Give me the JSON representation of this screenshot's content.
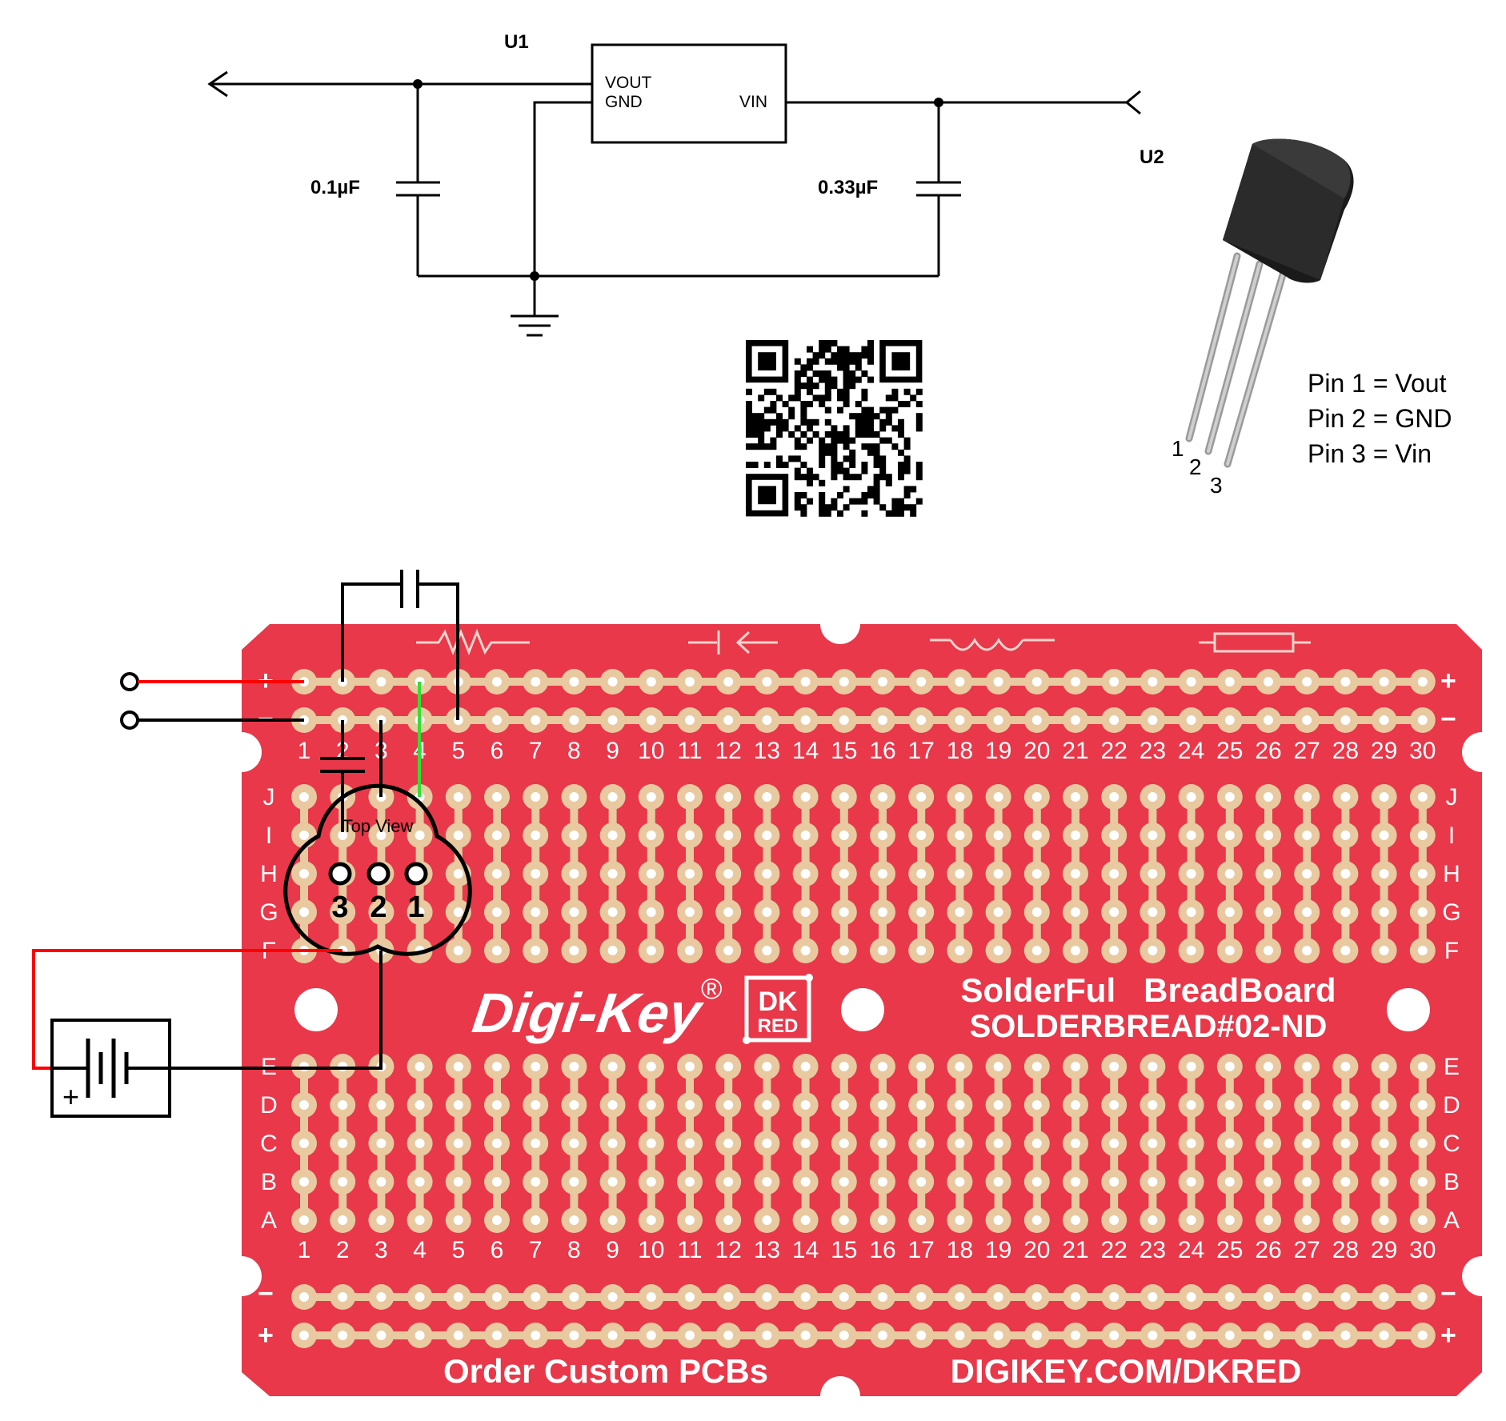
{
  "schematic": {
    "u1_label": "U1",
    "u2_label": "U2",
    "pin_vout": "VOUT",
    "pin_gnd": "GND",
    "pin_vin": "VIN",
    "cap_left_value": "0.1µF",
    "cap_right_value": "0.33µF"
  },
  "pinout": {
    "lines": [
      "Pin 1 = Vout",
      "Pin 2 = GND",
      "Pin 3 = Vin"
    ],
    "pin_numbers": [
      "1",
      "2",
      "3"
    ]
  },
  "board": {
    "color": "#e8384a",
    "pad_color": "#e8c9a0",
    "column_numbers": [
      "1",
      "2",
      "3",
      "4",
      "5",
      "6",
      "7",
      "8",
      "9",
      "10",
      "11",
      "12",
      "13",
      "14",
      "15",
      "16",
      "17",
      "18",
      "19",
      "20",
      "21",
      "22",
      "23",
      "24",
      "25",
      "26",
      "27",
      "28",
      "29",
      "30"
    ],
    "top_rows": [
      "J",
      "I",
      "H",
      "G",
      "F"
    ],
    "bottom_rows": [
      "E",
      "D",
      "C",
      "B",
      "A"
    ],
    "plus_sign": "+",
    "minus_sign": "−",
    "brand": "Digi-Key",
    "registered": "®",
    "dk_logo_top": "DK",
    "dk_logo_bottom": "RED",
    "title_line1": "SolderFul   BreadBoard",
    "title_line2": "SOLDERBREAD#02-ND",
    "footer_left": "Order Custom PCBs",
    "footer_right": "DIGIKEY.COM/DKRED"
  },
  "regulator_overlay": {
    "caption": "Top View",
    "pin_labels": [
      "3",
      "2",
      "1"
    ]
  },
  "wires": {
    "red": "#ff0000",
    "black": "#000000",
    "green": "#33dd33"
  },
  "battery": {
    "plus_mark": "+"
  }
}
